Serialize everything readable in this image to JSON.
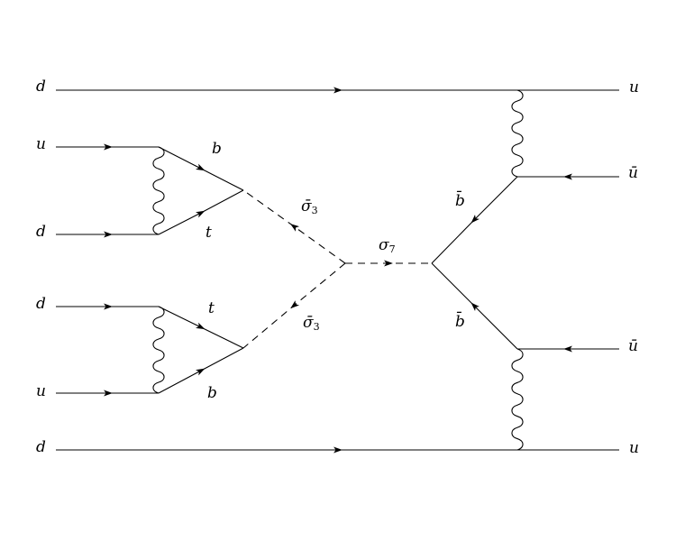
{
  "labels": {
    "in_d_top": "d",
    "in_u_1": "u",
    "in_d_1": "d",
    "in_d_2": "d",
    "in_u_2": "u",
    "in_d_bottom": "d",
    "out_u_top": "u",
    "out_ubar_1": "ū",
    "out_ubar_2": "ū",
    "out_u_bottom": "u",
    "upper_b": "b",
    "upper_t": "t",
    "lower_t": "t",
    "lower_b": "b",
    "bbar_upper": "b̄",
    "bbar_lower": "b̄",
    "sigma3_upper": "σ̄",
    "sigma3_upper_sub": "3",
    "sigma3_lower": "σ̄",
    "sigma3_lower_sub": "3",
    "sigma7": "σ",
    "sigma7_sub": "7"
  },
  "colors": {
    "stroke": "#000000"
  }
}
